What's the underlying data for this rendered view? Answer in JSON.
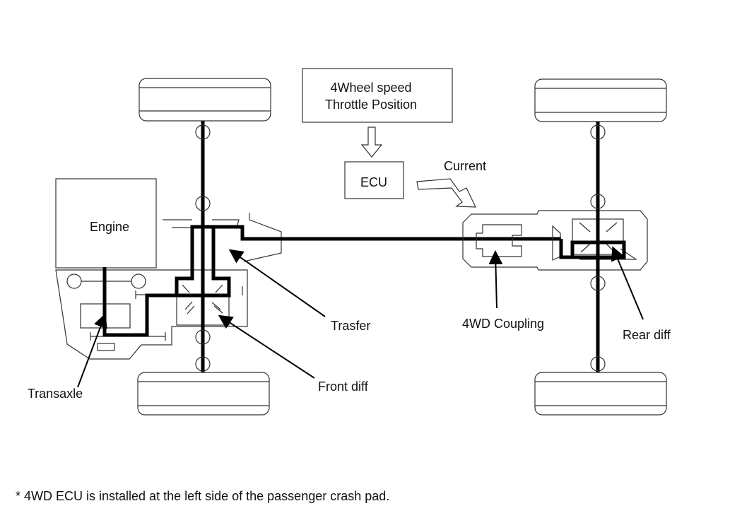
{
  "diagram": {
    "input_box": {
      "line1": "4Wheel speed",
      "line2": "Throttle Position"
    },
    "ecu_label": "ECU",
    "current_label": "Current",
    "components": {
      "engine": "Engine",
      "transaxle": "Transaxle",
      "transfer": "Trasfer",
      "front_diff": "Front diff",
      "coupling": "4WD Coupling",
      "rear_diff": "Rear diff"
    },
    "footnote": "* 4WD ECU is installed at the left side of the passenger crash pad."
  }
}
